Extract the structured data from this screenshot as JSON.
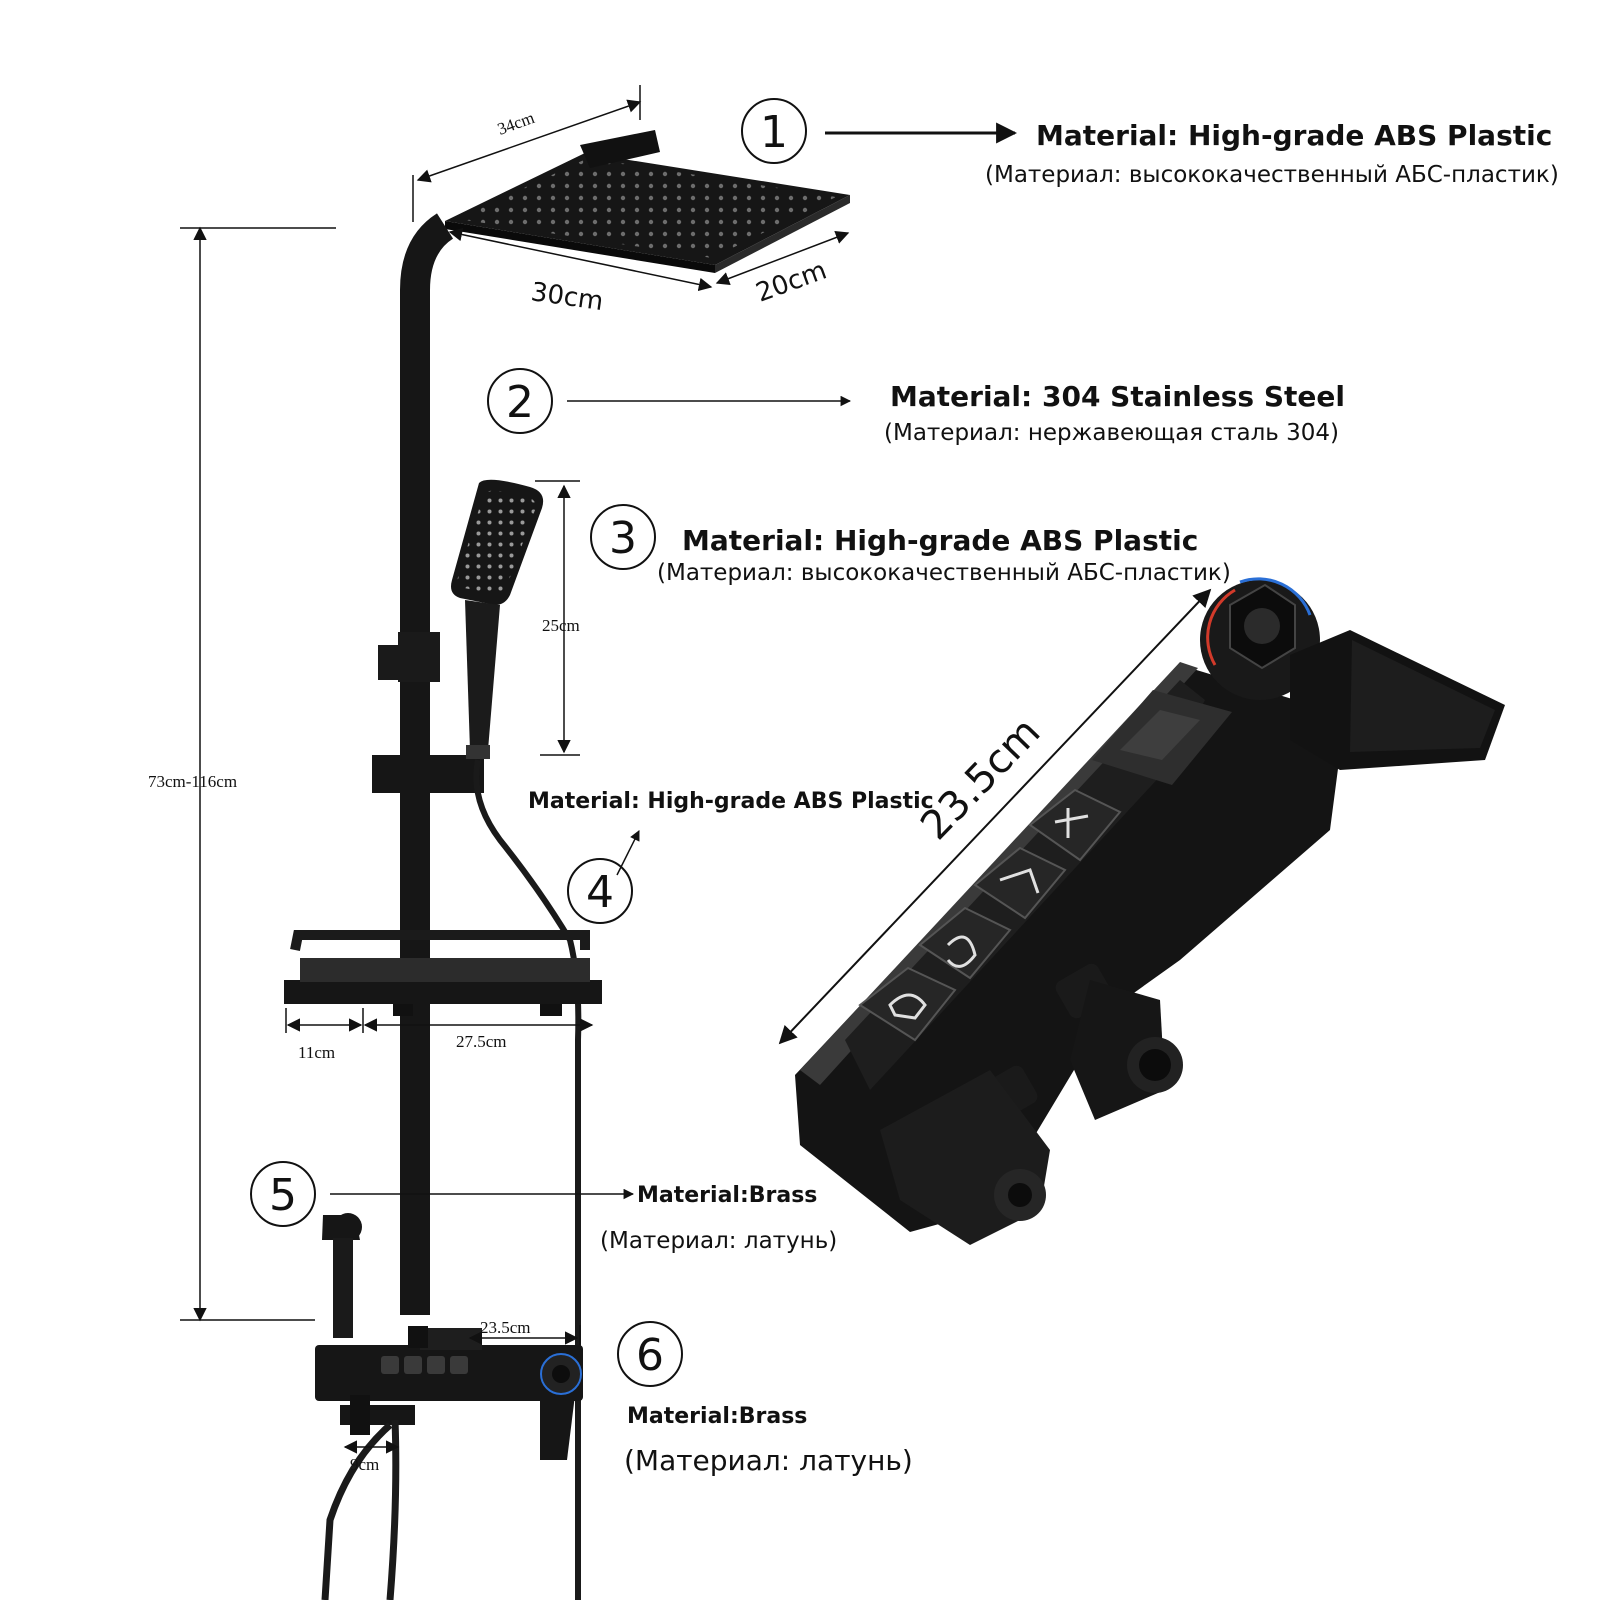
{
  "dimensions": {
    "shower_head_diagonal": "34cm",
    "shower_head_width": "30cm",
    "shower_head_depth": "20cm",
    "total_height": "73cm-116cm",
    "hand_shower_length": "25cm",
    "shelf_depth": "11cm",
    "shelf_width": "27.5cm",
    "mixer_width": "23.5cm",
    "spout_length": "9cm",
    "mixer_detail_width": "23.5cm"
  },
  "callouts": [
    {
      "num": "1",
      "material": "Material: High-grade ABS Plastic",
      "material_ru": "(Материал: высококачественный АБС-пластик)"
    },
    {
      "num": "2",
      "material": "Material: 304 Stainless Steel",
      "material_ru": "(Материал: нержавеющая сталь 304)"
    },
    {
      "num": "3",
      "material": "Material: High-grade ABS Plastic",
      "material_ru": "(Материал: высококачественный АБС-пластик)"
    },
    {
      "num": "4",
      "material": "Material: High-grade ABS Plastic",
      "material_ru": ""
    },
    {
      "num": "5",
      "material": "Material:Brass",
      "material_ru": "(Материал: латунь)"
    },
    {
      "num": "6",
      "material": "Material:Brass",
      "material_ru": "(Материал: латунь)"
    }
  ],
  "colors": {
    "product": "#161616",
    "line": "#111111",
    "accent_blue": "#2a6fd6",
    "accent_red": "#d23a2a"
  }
}
